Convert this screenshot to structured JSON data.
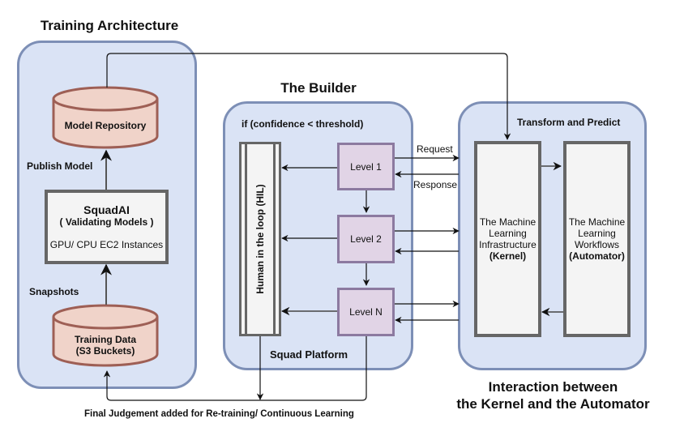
{
  "training": {
    "title": "Training Architecture",
    "model_repository": "Model Repository",
    "publish_model": "Publish Model",
    "squadai_title": "SquadAI",
    "squadai_subtitle": "( Validating Models )",
    "squadai_instances": "GPU/ CPU EC2 Instances",
    "snapshots": "Snapshots",
    "training_data_line1": "Training Data",
    "training_data_line2": "(S3 Buckets)"
  },
  "builder": {
    "title": "The Builder",
    "condition": "if (confidence < threshold)",
    "hil": "Human in the loop (HIL)",
    "levels": [
      "Level 1",
      "Level 2",
      "Level N"
    ],
    "platform": "Squad Platform"
  },
  "interaction": {
    "header": "Transform and Predict",
    "request": "Request",
    "response": "Response",
    "kernel_lines": [
      "The Machine",
      "Learning",
      "Infrastructure"
    ],
    "kernel_bold": "(Kernel)",
    "automator_lines": [
      "The Machine",
      "Learning",
      "Workflows"
    ],
    "automator_bold": "(Automator)",
    "caption_line1": "Interaction between",
    "caption_line2": "the Kernel and the Automator"
  },
  "footer": {
    "feedback_label": "Final Judgement added for Re-training/ Continuous Learning"
  },
  "colors": {
    "panel_fill": "#dae3f5",
    "panel_border": "#7d8fb6",
    "cylinder_fill": "#f0d3c9",
    "cylinder_border": "#9e5f55",
    "level_fill": "#e1d4e6",
    "level_border": "#8c7aa0",
    "box_fill": "#f4f4f4",
    "box_border": "#666666"
  }
}
